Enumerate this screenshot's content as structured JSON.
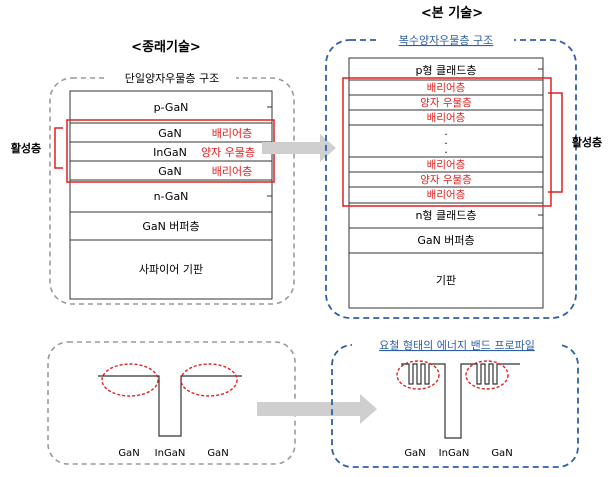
{
  "headings": {
    "conventional": "<종래기술>",
    "present": "<본 기술>"
  },
  "left_panel": {
    "title": "단일양자우물층 구조",
    "layers": [
      "p-GaN",
      "GaN",
      "InGaN",
      "GaN",
      "n-GaN",
      "GaN 버퍼층",
      "사파이어 기판"
    ],
    "layer_tags": [
      "배리어층",
      "양자 우물층",
      "배리어층"
    ],
    "active_label": "활성층"
  },
  "right_panel": {
    "title": "복수양자우물층 구조",
    "layers": [
      "p형 클래드층",
      "배리어층",
      "양자 우물층",
      "배리어층",
      ".",
      ".",
      ".",
      "배리어층",
      "양자 우물층",
      "배리어층",
      "n형 클래드층",
      "GaN 버퍼층",
      "기판"
    ],
    "active_label": "활성층"
  },
  "band_left": {
    "labels": [
      "GaN",
      "InGaN",
      "GaN"
    ]
  },
  "band_right": {
    "title": "요철 형태의 에너지 밴드 프로파일",
    "labels": [
      "GaN",
      "InGaN",
      "GaN"
    ]
  },
  "colors": {
    "accent_red": "#e02020",
    "accent_blue": "#2e5fa6",
    "dash_gray": "#9a9a9a",
    "arrow_gray": "#cfcfcf",
    "line": "#333333"
  }
}
